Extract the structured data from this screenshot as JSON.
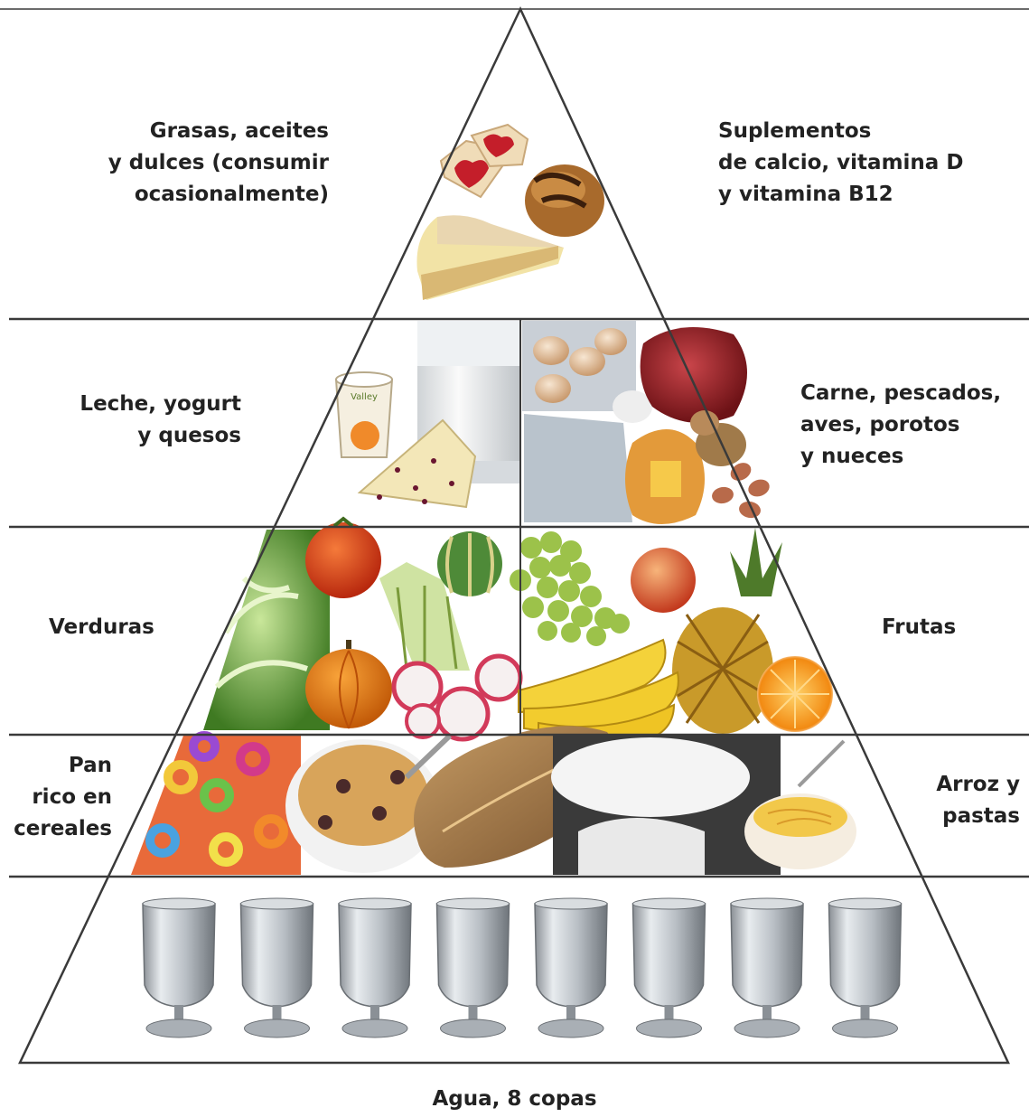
{
  "tiers": {
    "top": {
      "left_label": "Grasas, aceites\ny dulces (consumir\nocasionalmente)",
      "right_label": "Suplementos\nde calcio, vitamina D\ny vitamina B12"
    },
    "second": {
      "left_label": "Leche, yogurt\ny quesos",
      "right_label": "Carne, pescados,\naves, porotos\ny nueces"
    },
    "third": {
      "left_label": "Verduras",
      "right_label": "Frutas"
    },
    "fourth": {
      "left_label": "Pan\nrico en\ncereales",
      "right_label": "Arroz y\npastas"
    },
    "base": {
      "label": "Agua, 8 copas",
      "glass_count": 8
    }
  },
  "colors": {
    "line": "#3a3a3a",
    "text": "#222222"
  }
}
